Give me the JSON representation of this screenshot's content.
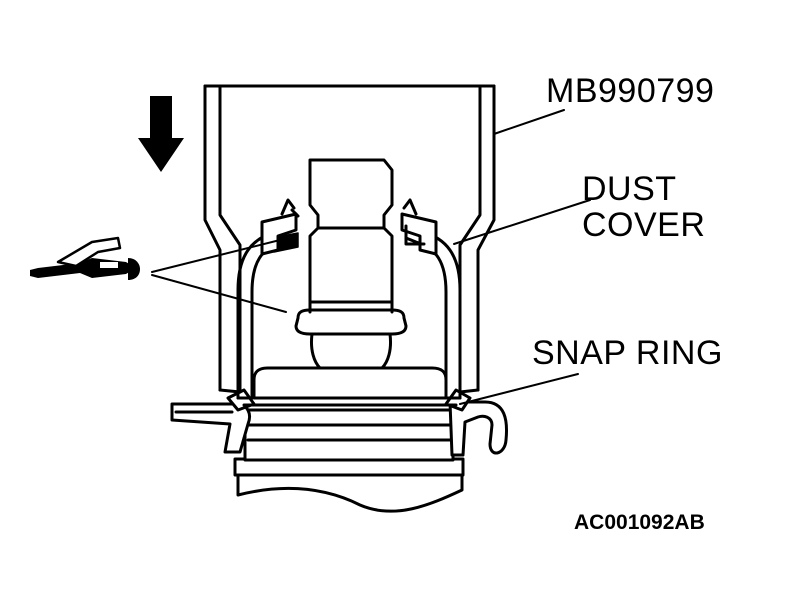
{
  "labels": {
    "tool": "MB990799",
    "dust_cover_line1": "DUST",
    "dust_cover_line2": "COVER",
    "snap_ring": "SNAP RING",
    "figure_code": "AC001092AB"
  },
  "icons": {
    "press_arrow": "down-arrow-icon",
    "grease_gun": "grease-gun-icon"
  },
  "colors": {
    "ink": "#000000",
    "background": "#ffffff"
  }
}
